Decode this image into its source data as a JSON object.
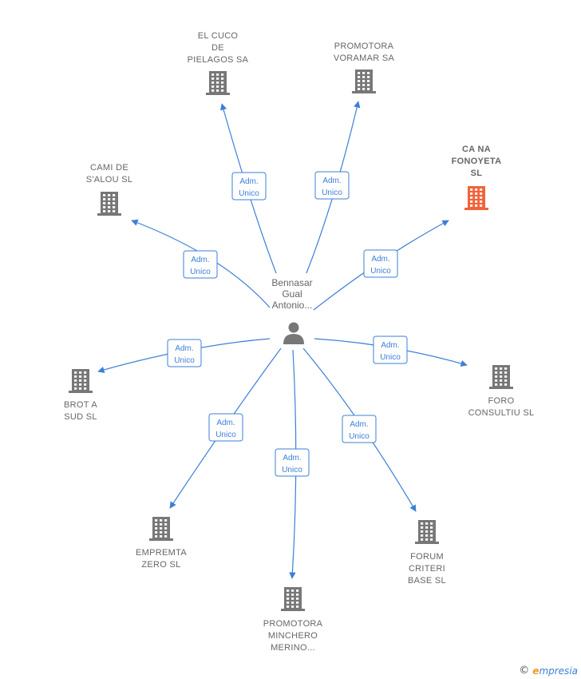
{
  "center": {
    "label_lines": [
      "Bennasar",
      "Gual",
      "Antonio..."
    ]
  },
  "edge_label_lines": [
    "Adm.",
    "Unico"
  ],
  "nodes": [
    {
      "id": "el-cuco",
      "label_lines": [
        "EL CUCO",
        "DE",
        "PIELAGOS SA"
      ],
      "highlight": false
    },
    {
      "id": "promotora-voramar",
      "label_lines": [
        "PROMOTORA",
        "VORAMAR SA"
      ],
      "highlight": false
    },
    {
      "id": "ca-na-fonoyeta",
      "label_lines": [
        "CA NA",
        "FONOYETA",
        "SL"
      ],
      "highlight": true
    },
    {
      "id": "cami-de-salou",
      "label_lines": [
        "CAMI DE",
        "S'ALOU SL"
      ],
      "highlight": false
    },
    {
      "id": "brot-a-sud",
      "label_lines": [
        "BROT A",
        "SUD  SL"
      ],
      "highlight": false
    },
    {
      "id": "foro-consultiu",
      "label_lines": [
        "FORO",
        "CONSULTIU  SL"
      ],
      "highlight": false
    },
    {
      "id": "empremta-zero",
      "label_lines": [
        "EMPREMTA",
        "ZERO  SL"
      ],
      "highlight": false
    },
    {
      "id": "promotora-minchero",
      "label_lines": [
        "PROMOTORA",
        "MINCHERO",
        "MERINO..."
      ],
      "highlight": false
    },
    {
      "id": "forum-criteri-base",
      "label_lines": [
        "FORUM",
        "CRITERI",
        "BASE  SL"
      ],
      "highlight": false
    }
  ],
  "colors": {
    "edge": "#3d7fd6",
    "building": "#777777",
    "building_highlight": "#f0633a",
    "label": "#666666"
  },
  "icons": {
    "center": "person-icon",
    "node": "building-icon",
    "copyright": "copyright-icon"
  },
  "footer": {
    "copyright_symbol": "©",
    "brand_initial": "e",
    "brand_rest": "mpresia"
  }
}
